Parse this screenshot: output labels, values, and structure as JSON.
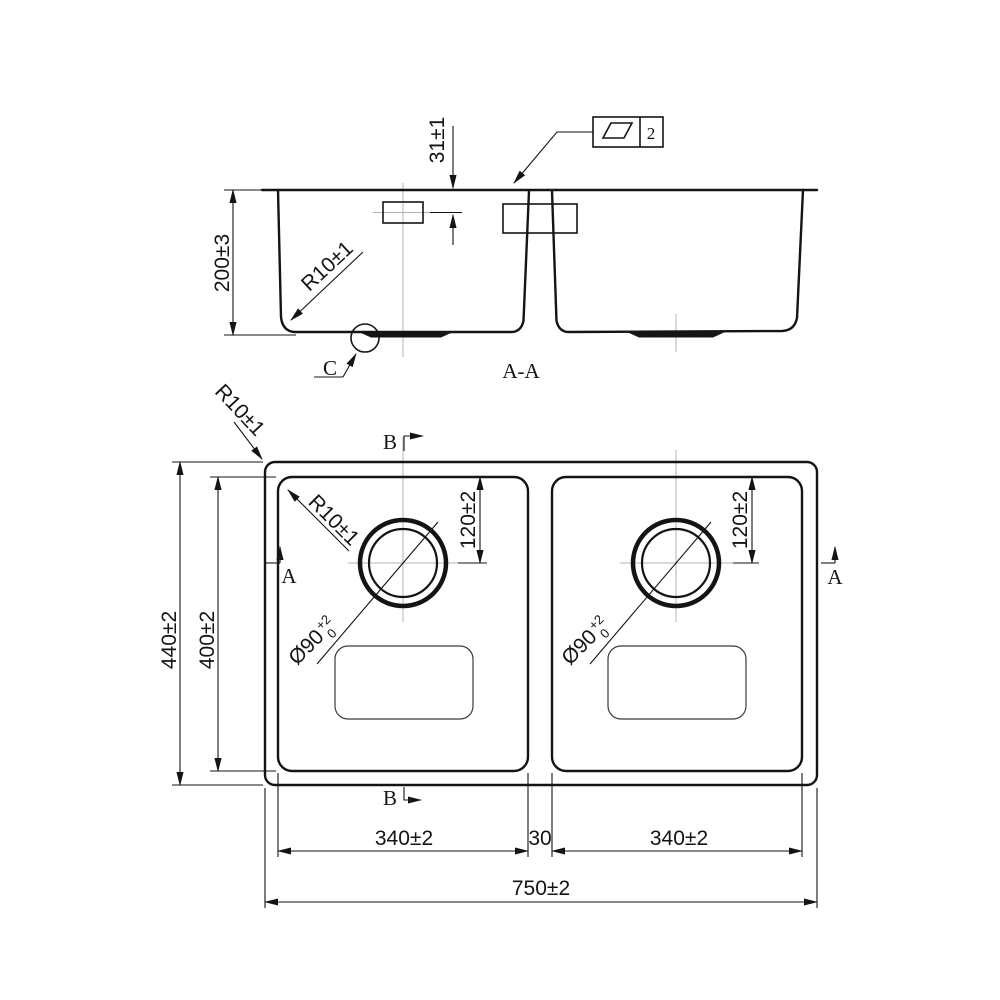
{
  "drawing": {
    "section_view": {
      "label": "A-A",
      "depth_dim": "200±3",
      "clip_offset_dim": "31±1",
      "bottom_corner_radius_dim": "R10±1",
      "detail_label": "C",
      "flatness_symbol": "parallelogram",
      "flatness_value": "2"
    },
    "plan_view": {
      "outer_corner_radius_dim": "R10±1",
      "bowl_corner_radius_dim": "R10±1",
      "overall_width_dim": "440±2",
      "bowl_front_back_dim": "400±2",
      "drain_offset_dim_left": "120±2",
      "drain_offset_dim_right": "120±2",
      "drain_diameter": "Ø90",
      "drain_tol_upper": "+2",
      "drain_tol_lower": "0",
      "bowl_length_dim_left": "340±2",
      "divider_width_dim": "30",
      "bowl_length_dim_right": "340±2",
      "overall_length_dim": "750±2",
      "section_a_label": "A",
      "section_b_label": "B"
    }
  }
}
